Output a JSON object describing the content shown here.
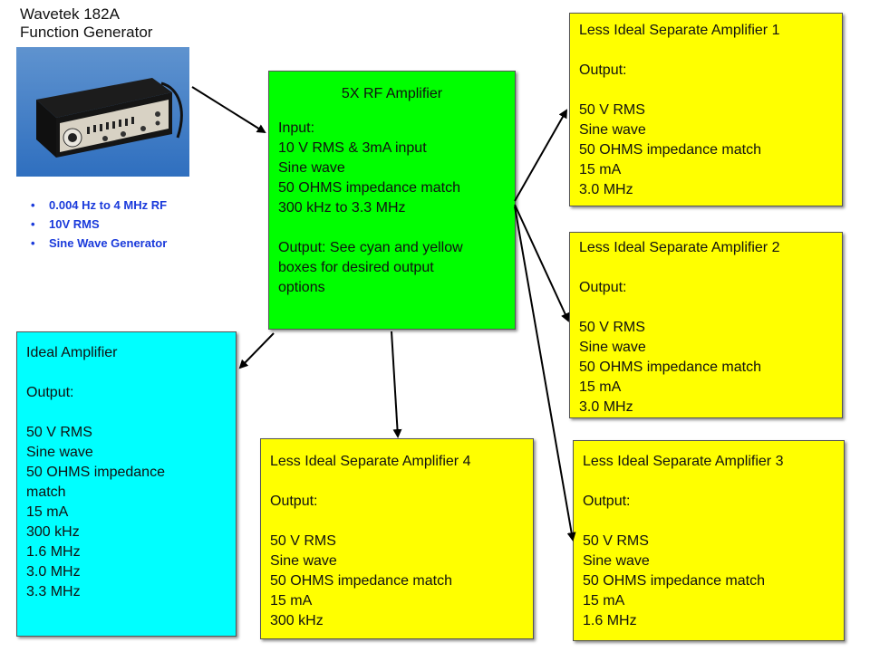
{
  "generator": {
    "title_line1": "Wavetek 182A",
    "title_line2": "Function Generator",
    "photo_label": "function-generator-photo",
    "bullets": [
      "0.004 Hz to 4 MHz RF",
      "10V RMS",
      "Sine Wave Generator"
    ]
  },
  "rf_amplifier": {
    "title": "5X RF Amplifier",
    "input_heading": "Input:",
    "input_lines": [
      "10 V RMS & 3mA input",
      "Sine wave",
      "50 OHMS impedance match",
      "300 kHz to 3.3 MHz"
    ],
    "output_lines": [
      "Output: See cyan and yellow",
      "boxes for desired output",
      "options"
    ]
  },
  "ideal_amplifier": {
    "title": "Ideal Amplifier",
    "output_heading": "Output:",
    "lines": [
      "50 V RMS",
      "Sine wave",
      "50 OHMS impedance",
      "match",
      "15 mA",
      "300 kHz",
      "1.6 MHz",
      "3.0 MHz",
      "3.3 MHz"
    ]
  },
  "amplifier_1": {
    "title": "Less Ideal Separate Amplifier 1",
    "output_heading": "Output:",
    "lines": [
      "50 V RMS",
      "Sine wave",
      "50 OHMS impedance match",
      "15 mA",
      "3.0 MHz"
    ]
  },
  "amplifier_2": {
    "title": "Less Ideal Separate Amplifier 2",
    "output_heading": "Output:",
    "lines": [
      "50 V RMS",
      "Sine wave",
      "50 OHMS impedance match",
      "15 mA",
      "3.0 MHz"
    ]
  },
  "amplifier_3": {
    "title": "Less Ideal Separate Amplifier 3",
    "output_heading": "Output:",
    "lines": [
      "50 V RMS",
      "Sine wave",
      "50 OHMS impedance match",
      "15 mA",
      "1.6 MHz"
    ]
  },
  "amplifier_4": {
    "title": "Less Ideal Separate Amplifier 4",
    "output_heading": "Output:",
    "lines": [
      "50 V RMS",
      "Sine wave",
      "50 OHMS impedance match",
      "15 mA",
      "300 kHz"
    ]
  },
  "colors": {
    "rf_box": "#00ff00",
    "ideal_box": "#00ffff",
    "less_ideal_box": "#ffff00",
    "bullet_text": "#1a3adb"
  }
}
